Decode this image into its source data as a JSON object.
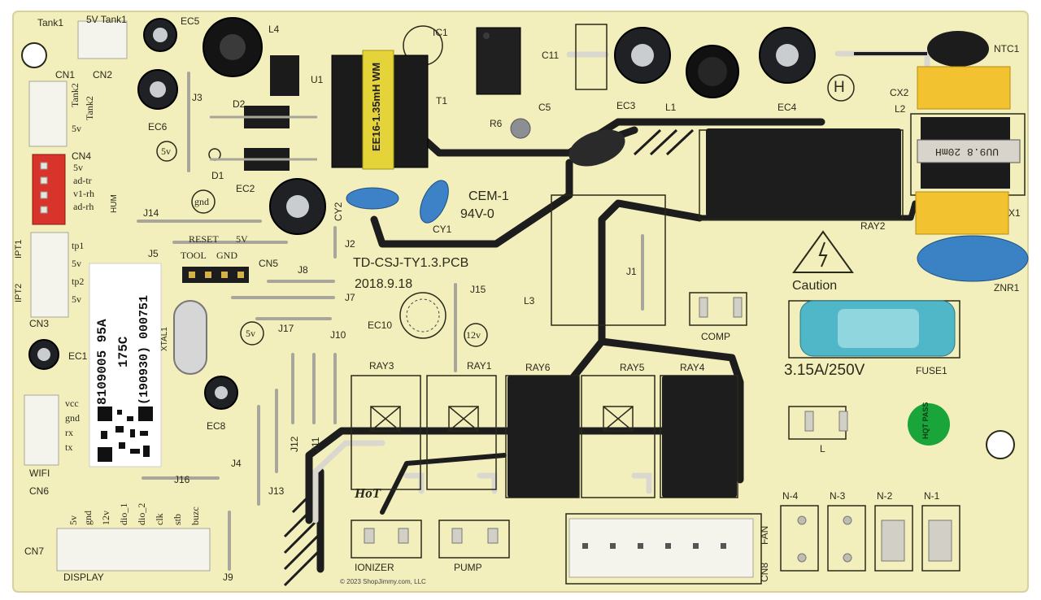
{
  "photo": {
    "subject": "Printed circuit control board",
    "board_color": "#f3efbd",
    "trace_color": "#1d1d1d"
  },
  "labels": {
    "tank1": "Tank1",
    "tank_5v": "5V Tank1",
    "cn1": "CN1",
    "cn2": "CN2",
    "tank2a": "Tank2",
    "tank2b": "Tank2",
    "cn1_5v": "5v",
    "cn4": "CN4",
    "cn4_pins": [
      "5v",
      "ad-tr",
      "v1-rh",
      "ad-rh"
    ],
    "hum": "HUM",
    "ec5": "EC5",
    "ec6": "EC6",
    "l4": "L4",
    "u1": "U1",
    "j3": "J3",
    "d2": "D2",
    "d1": "D1",
    "ec2": "EC2",
    "five_v_circle": "5v",
    "gnd_circle": "gnd",
    "ic1": "IC1",
    "t1": "T1",
    "transformer_text": "EE16-1.35mH WM",
    "c11": "C11",
    "ec3": "EC3",
    "l1": "L1",
    "ec4": "EC4",
    "h_mark": "H",
    "ntc1": "NTC1",
    "cx2": "CX2",
    "l2": "L2",
    "choke_text": "UU9.8 20mH",
    "c5": "C5",
    "r6": "R6",
    "cem": "CEM-1",
    "v0": "94V-0",
    "cy2": "CY2",
    "cy1": "CY1",
    "ray2": "RAY2",
    "x1": "X1",
    "j14": "J14",
    "j2": "J2",
    "cn2_ipt": "IPT1",
    "ipt2": "IPT2",
    "ipt_pins": [
      "tp1",
      "5v",
      "tp2",
      "5v"
    ],
    "reset": "RESET",
    "reset_5v": "5V",
    "j5": "J5",
    "tool": "TOOL",
    "gnd": "GND",
    "cn5": "CN5",
    "j8": "J8",
    "pcb_name": "TD-CSJ-TY1.3.PCB",
    "pcb_date": "2018.9.18",
    "j1": "J1",
    "caution": "Caution",
    "znr1": "ZNR1",
    "j7": "J7",
    "j15": "J15",
    "l3": "L3",
    "comp": "COMP",
    "cn3": "CN3",
    "sticker_line1": "8109005 95A",
    "sticker_line2": "175C",
    "sticker_line3": "(190930) 000751",
    "xtal1": "XTAL1",
    "j17": "J17",
    "j10": "J10",
    "ec10": "EC10",
    "twelve_v": "12v",
    "fuse_rating": "3.15A/250V",
    "fuse1": "FUSE1",
    "ec1": "EC1",
    "ray3": "RAY3",
    "ray1": "RAY1",
    "ray6": "RAY6",
    "ray5": "RAY5",
    "ray4": "RAY4",
    "ec8": "EC8",
    "j12": "J12",
    "j11": "J11",
    "wifi_pins": [
      "vcc",
      "gnd",
      "rx",
      "tx"
    ],
    "wifi": "WIFI",
    "cn6": "CN6",
    "j16": "J16",
    "j4": "J4",
    "j13": "J13",
    "hot": "HoT",
    "l_mark": "L",
    "n4": "N-4",
    "n3": "N-3",
    "n2": "N-2",
    "n1": "N-1",
    "fan": "FAN",
    "cn8": "CN8",
    "display_pins": [
      "5v",
      "gnd",
      "12v",
      "dio_1",
      "dio_2",
      "clk",
      "stb",
      "buzc"
    ],
    "cn7": "CN7",
    "display": "DISPLAY",
    "j9": "J9",
    "ionizer": "IONIZER",
    "pump": "PUMP",
    "copyright": "© 2023 ShopJimmy.com, LLC",
    "green_sticker": "HQT PASS"
  }
}
